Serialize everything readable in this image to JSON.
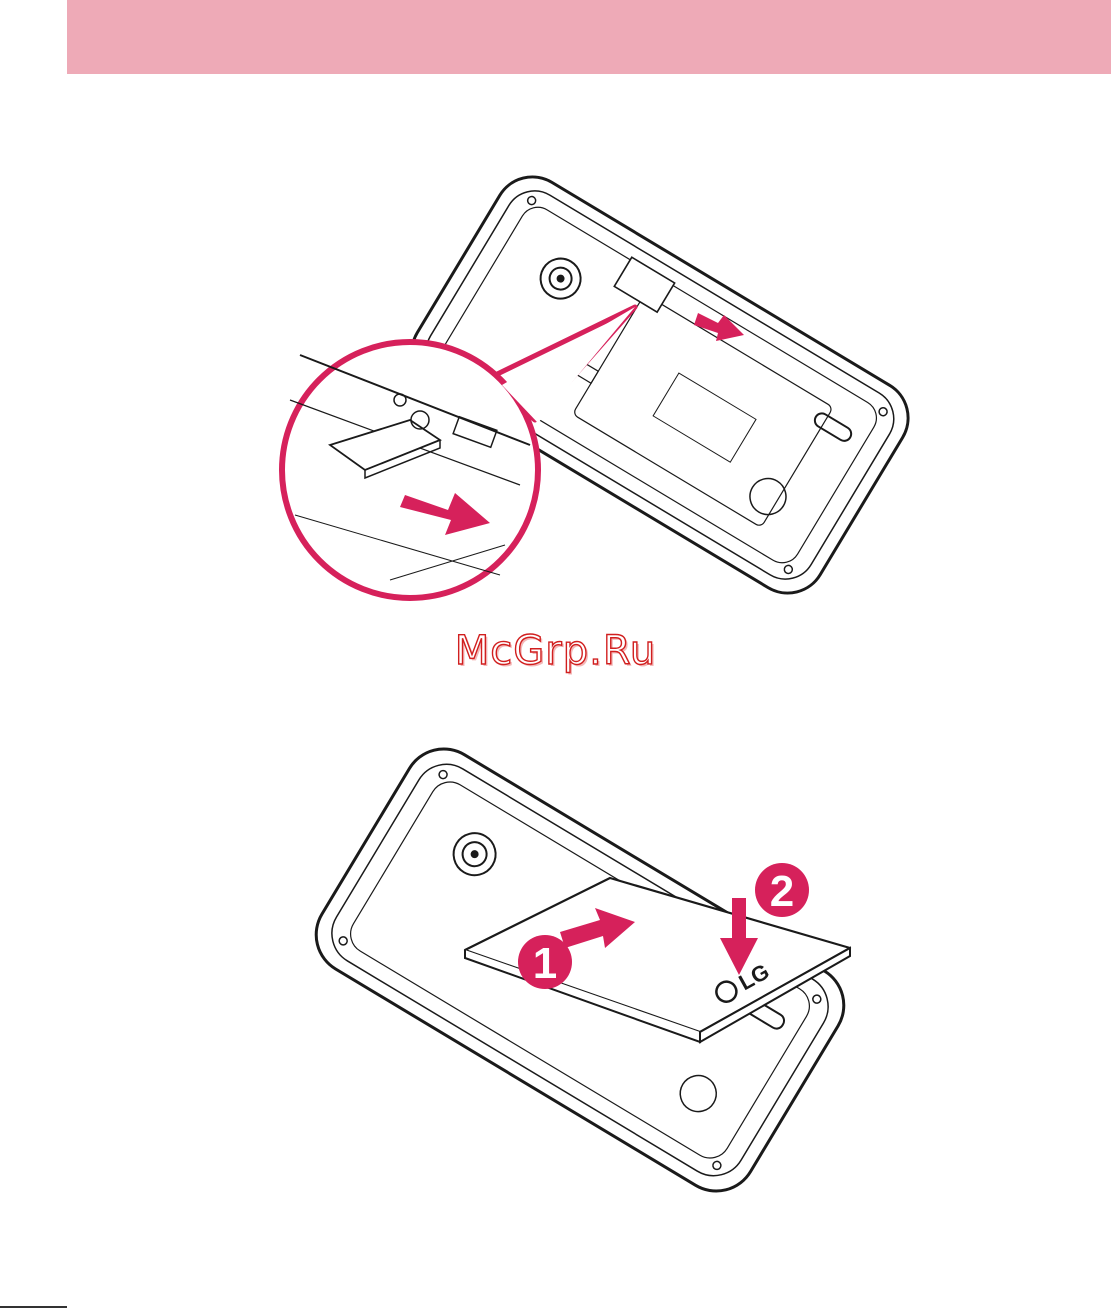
{
  "header": {
    "color": "#eeaab7"
  },
  "accent_color": "#d6215b",
  "watermark": {
    "text": "McGrp.Ru",
    "color": "#d11f1f"
  },
  "illustrations": [
    {
      "name": "insert-sim-card",
      "icons": [
        "arrow-right-icon",
        "magnifier-circle-icon"
      ]
    },
    {
      "name": "insert-battery",
      "icons": [
        "arrow-right-icon",
        "arrow-down-icon"
      ]
    }
  ],
  "steps": [
    {
      "label": "1"
    },
    {
      "label": "2"
    }
  ],
  "battery": {
    "logo": "LG"
  }
}
